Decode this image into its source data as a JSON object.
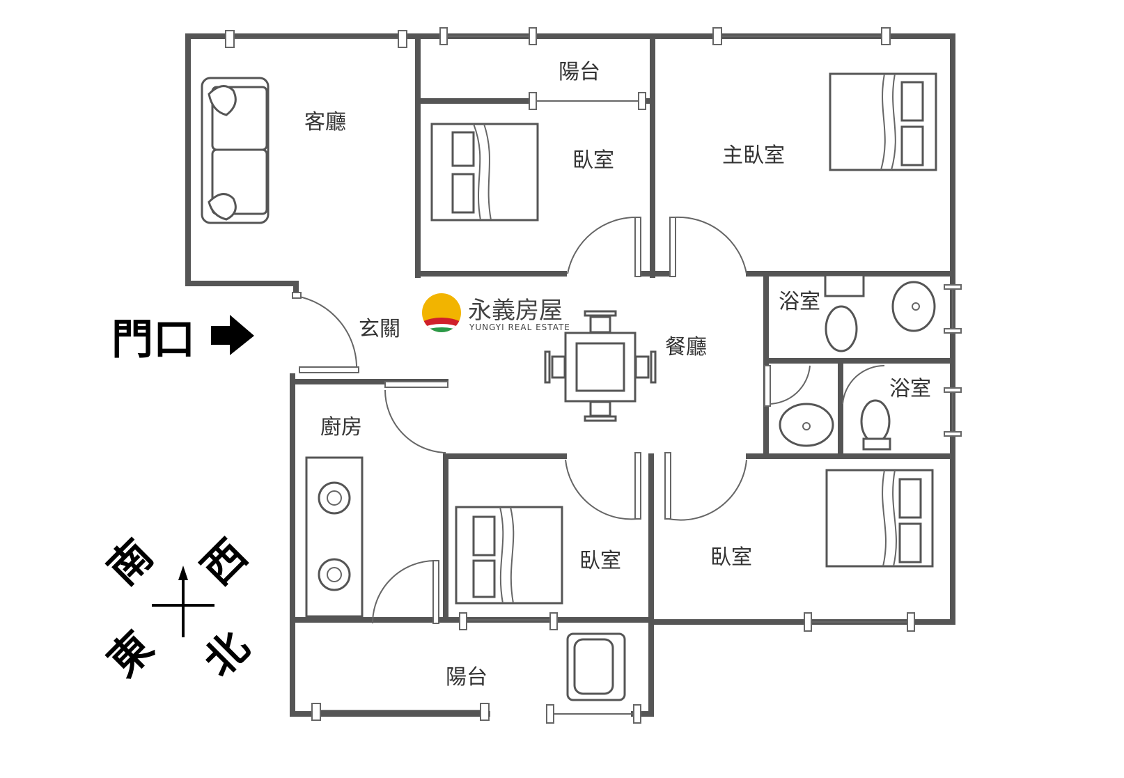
{
  "rooms": {
    "living_room": "客廳",
    "balcony_top": "陽台",
    "bedroom_top": "臥室",
    "master_bedroom": "主臥室",
    "entrance": "玄關",
    "dining_room": "餐廳",
    "bathroom_1": "浴室",
    "bathroom_2": "浴室",
    "kitchen": "廚房",
    "bedroom_bottom_left": "臥室",
    "bedroom_bottom_right": "臥室",
    "balcony_bottom": "陽台"
  },
  "door_label": "門口",
  "compass": {
    "south": "南",
    "west": "西",
    "east": "東",
    "north": "北"
  },
  "logo": {
    "name_cn": "永義房屋",
    "name_en": "YUNGYI REAL ESTATE",
    "colors": {
      "sun": "#f2b400",
      "band": "#d0202a",
      "hill": "#2a9a48"
    }
  }
}
